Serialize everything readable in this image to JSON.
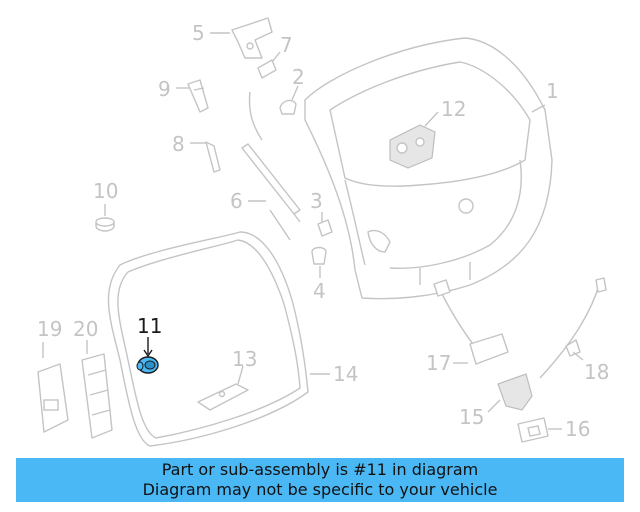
{
  "diagram": {
    "callouts": [
      "1",
      "2",
      "3",
      "4",
      "5",
      "6",
      "7",
      "8",
      "9",
      "10",
      "11",
      "12",
      "13",
      "14",
      "15",
      "16",
      "17",
      "18",
      "19",
      "20"
    ],
    "highlighted_part": "11",
    "highlight_color": "#4ab8f5",
    "part_color": "#c4c4c4"
  },
  "banner": {
    "line1": "Part or sub-assembly is #11 in diagram",
    "line2": "Diagram may not be specific to your vehicle",
    "color": "#4ab8f5"
  }
}
